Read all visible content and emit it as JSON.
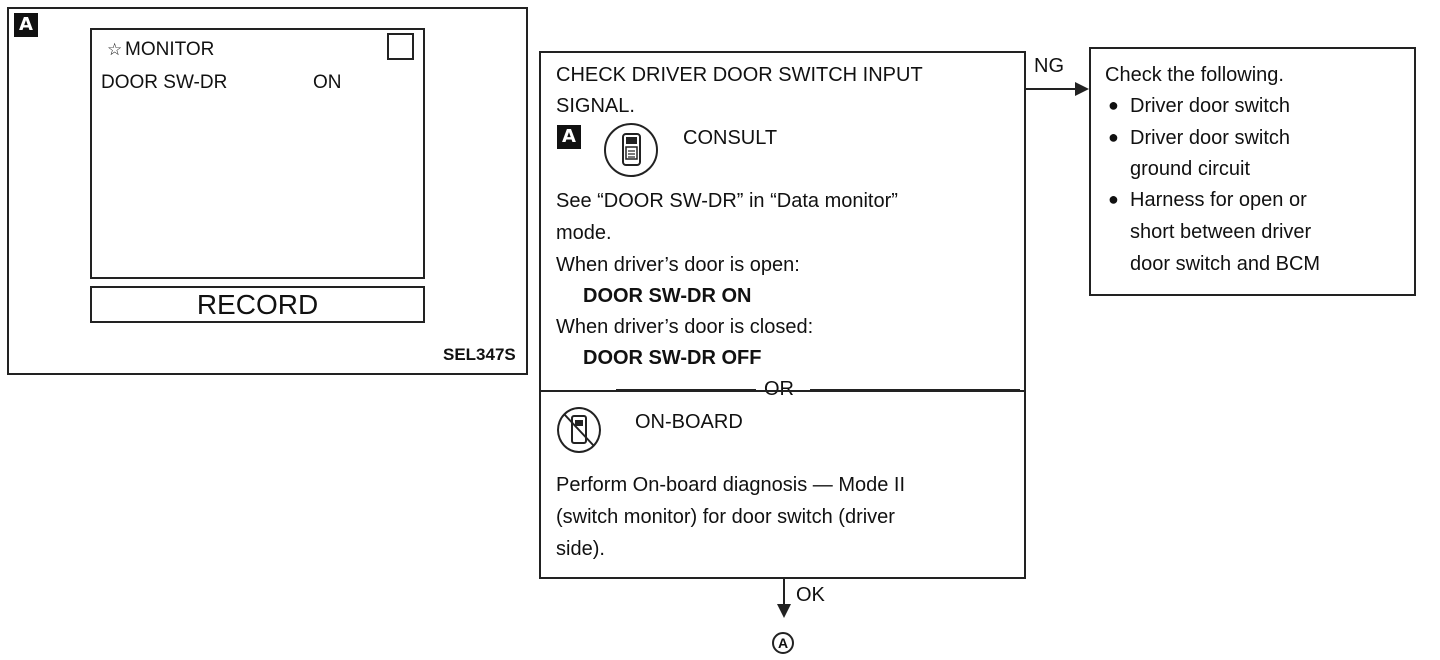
{
  "screen_panel": {
    "tag": "A",
    "monitor_title": "MONITOR",
    "item_label": "DOOR SW-DR",
    "item_value": "ON",
    "record_label": "RECORD",
    "figure_code": "SEL347S"
  },
  "check_box": {
    "title_line1": "CHECK DRIVER DOOR SWITCH INPUT",
    "title_line2": "SIGNAL.",
    "tag": "A",
    "consult_label": "CONSULT",
    "see_line1": "See “DOOR SW-DR” in “Data monitor”",
    "see_line2": "mode.",
    "open_label": "When driver’s door is open:",
    "open_value": "DOOR SW-DR ON",
    "closed_label": "When driver’s door is closed:",
    "closed_value": "DOOR SW-DR OFF",
    "or_label": "OR",
    "onboard_label": "ON-BOARD",
    "perform_line1": "Perform On-board diagnosis — Mode II",
    "perform_line2": "(switch monitor) for door switch (driver",
    "perform_line3": "side)."
  },
  "ng_branch": {
    "label": "NG",
    "title": "Check the following.",
    "item1": "Driver door switch",
    "item2_line1": "Driver door switch",
    "item2_line2": "ground circuit",
    "item3_line1": "Harness for open or",
    "item3_line2": "short between driver",
    "item3_line3": "door switch and BCM"
  },
  "ok_branch": {
    "label": "OK",
    "connector": "A"
  }
}
